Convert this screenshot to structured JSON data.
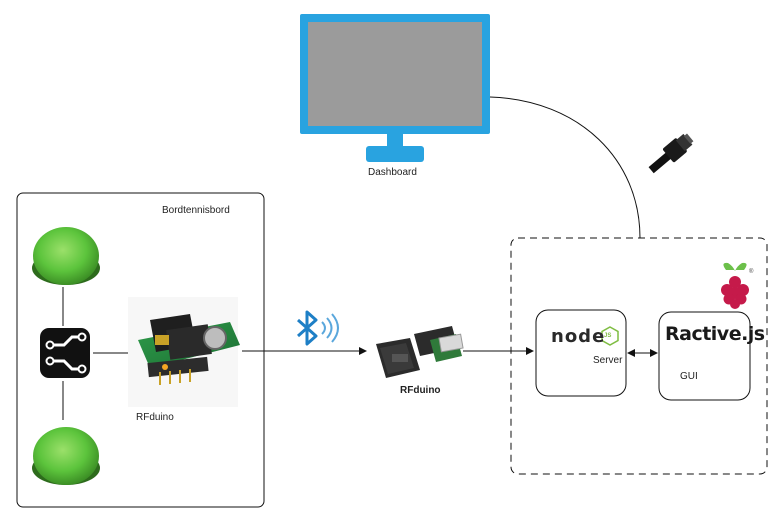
{
  "monitor": {
    "label": "Dashboard"
  },
  "table_box": {
    "label": "Bordtennisbord"
  },
  "rfduino_board": {
    "label": "RFduino"
  },
  "rfduino_dongle": {
    "label": "RFduino"
  },
  "raspberry_box": {
    "server": {
      "logo_text": "node",
      "logo_badge": "JS",
      "label": "Server"
    },
    "gui": {
      "logo_text": "Ractive.js",
      "label": "GUI"
    }
  },
  "colors": {
    "monitor_frame": "#29a3e0",
    "screen": "#9b9b9b",
    "button_green": "#5cc43c",
    "bluetooth": "#1e7fc6",
    "raspberry": "#c51a4a",
    "node_green": "#7fbd42"
  }
}
